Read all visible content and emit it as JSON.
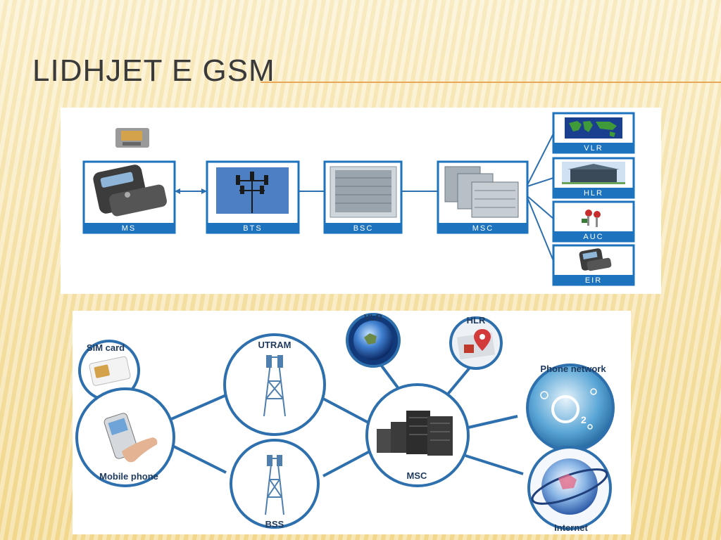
{
  "slide": {
    "title": "LIDHJET E GSM"
  },
  "diagram_top": {
    "boxes": [
      {
        "label": "MS",
        "icon": "mobile-phone-icon"
      },
      {
        "label": "BTS",
        "icon": "cell-tower-icon"
      },
      {
        "label": "BSC",
        "icon": "server-cabinet-icon"
      },
      {
        "label": "MSC",
        "icon": "server-rack-icon"
      }
    ],
    "side_boxes": [
      {
        "label": "VLR",
        "icon": "world-map-icon"
      },
      {
        "label": "HLR",
        "icon": "building-icon"
      },
      {
        "label": "AUC",
        "icon": "keys-icon"
      },
      {
        "label": "EIR",
        "icon": "mobile-phone-icon"
      }
    ]
  },
  "diagram_bottom": {
    "nodes": [
      {
        "label": "SIM card",
        "icon": "sim-card-icon"
      },
      {
        "label": "Mobile phone",
        "icon": "hand-phone-icon"
      },
      {
        "label": "UTRAM",
        "icon": "cell-tower-icon"
      },
      {
        "label": "BSS",
        "icon": "cell-tower-icon"
      },
      {
        "label": "VLR",
        "icon": "globe-icon"
      },
      {
        "label": "HLR",
        "icon": "map-pin-icon"
      },
      {
        "label": "MSC",
        "icon": "server-rack-icon"
      },
      {
        "label": "Phone network",
        "icon": "o2-bubble-icon"
      },
      {
        "label": "Internet",
        "icon": "globe-icon"
      }
    ]
  },
  "colors": {
    "accent": "#1e73be",
    "line": "#2e6fad",
    "title": "#3a3a3a",
    "rule": "#e8a85a"
  }
}
